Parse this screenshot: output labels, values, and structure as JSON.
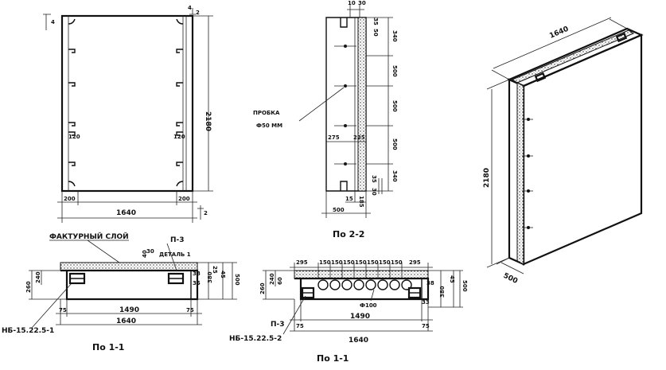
{
  "front": {
    "height": "2180",
    "width": "1640",
    "edge_left": "200",
    "edge_right": "200",
    "anchor_left": "120",
    "anchor_right": "120",
    "corner_left": "4",
    "corner_right": "4",
    "mark_top": "2",
    "mark_bottom": "2"
  },
  "section22": {
    "top_a": "10",
    "top_b": "30",
    "top_c": "35",
    "top_d": "50",
    "seg1": "340",
    "seg2": "500",
    "seg3": "500",
    "seg4": "500",
    "seg5": "340",
    "bot_a": "35",
    "bot_b": "30",
    "inner_left": "275",
    "inner_right": "225",
    "depth_a": "15",
    "depth_b": "185",
    "width": "500",
    "plug_label": "ПРОБКА",
    "plug_size": "Ф50 ММ",
    "caption": "По 2-2"
  },
  "section11a": {
    "texture_label": "ФАКТУРНЫЙ СЛОЙ",
    "p3": "П-3",
    "detail": "ДЕТАЛЬ 1",
    "dim40": "40",
    "dim30": "30",
    "dim25": "25",
    "h1": "260",
    "h2": "240",
    "r38": "38",
    "r35": "35",
    "r380": "380",
    "r45": "45",
    "r500": "500",
    "left75": "75",
    "span": "1490",
    "right75": "75",
    "total": "1640",
    "mark": "НБ-15.22.5-1",
    "caption": "По 1-1"
  },
  "section11b": {
    "top": [
      "295",
      "150",
      "150",
      "150",
      "150",
      "150",
      "150",
      "150",
      "295"
    ],
    "h1": "260",
    "h2": "240",
    "h3": "60",
    "r38": "38",
    "r380": "380",
    "r45": "45",
    "r500": "500",
    "r33": "33",
    "hole": "Ф100",
    "p3": "П-3",
    "left75": "75",
    "span": "1490",
    "right75": "75",
    "total": "1640",
    "mark": "НБ-15.22.5-2",
    "caption": "По 1-1"
  },
  "iso": {
    "width": "1640",
    "height": "2180",
    "depth": "500"
  }
}
